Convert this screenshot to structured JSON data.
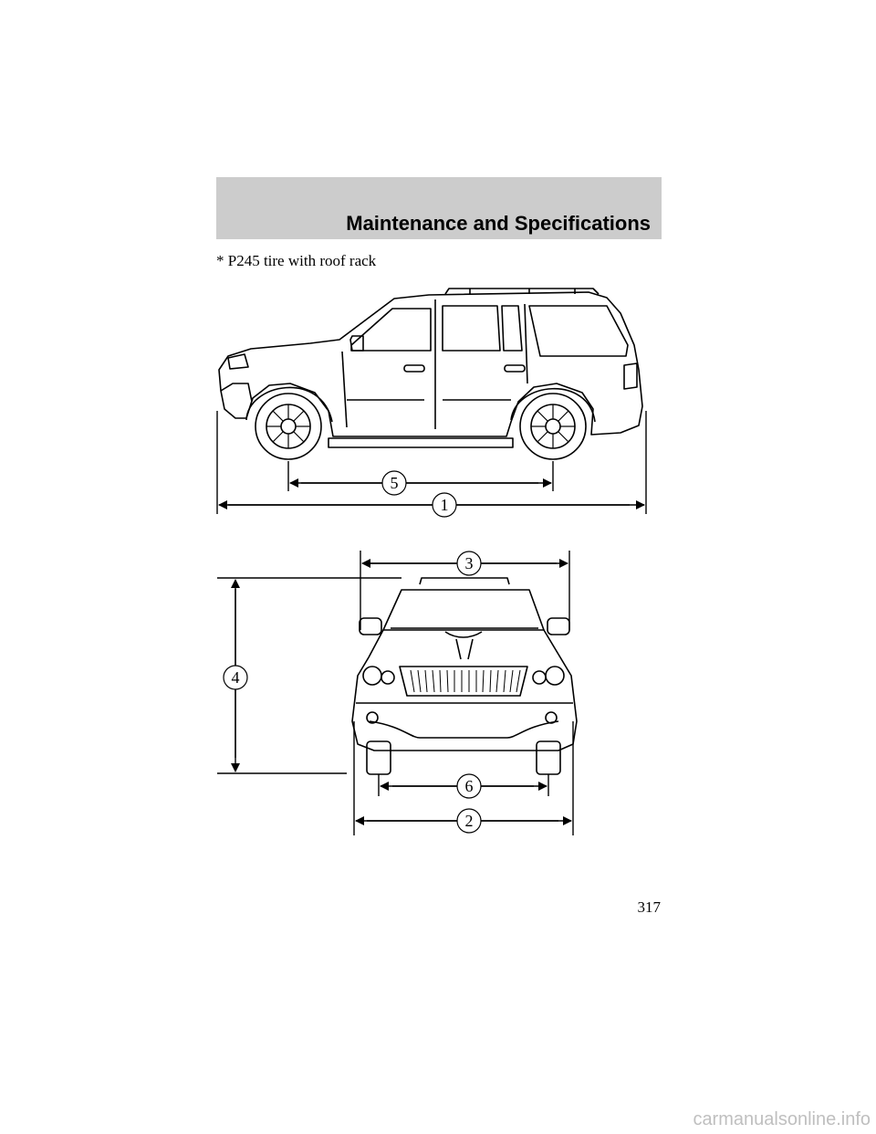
{
  "header": {
    "title": "Maintenance and Specifications"
  },
  "footnote": "* P245 tire with roof rack",
  "callouts": {
    "overall_length": "1",
    "overall_width": "2",
    "overall_width_mirrors": "3",
    "overall_height": "4",
    "wheelbase": "5",
    "track": "6"
  },
  "page_number": "317",
  "watermark": "carmanualsonline.info"
}
